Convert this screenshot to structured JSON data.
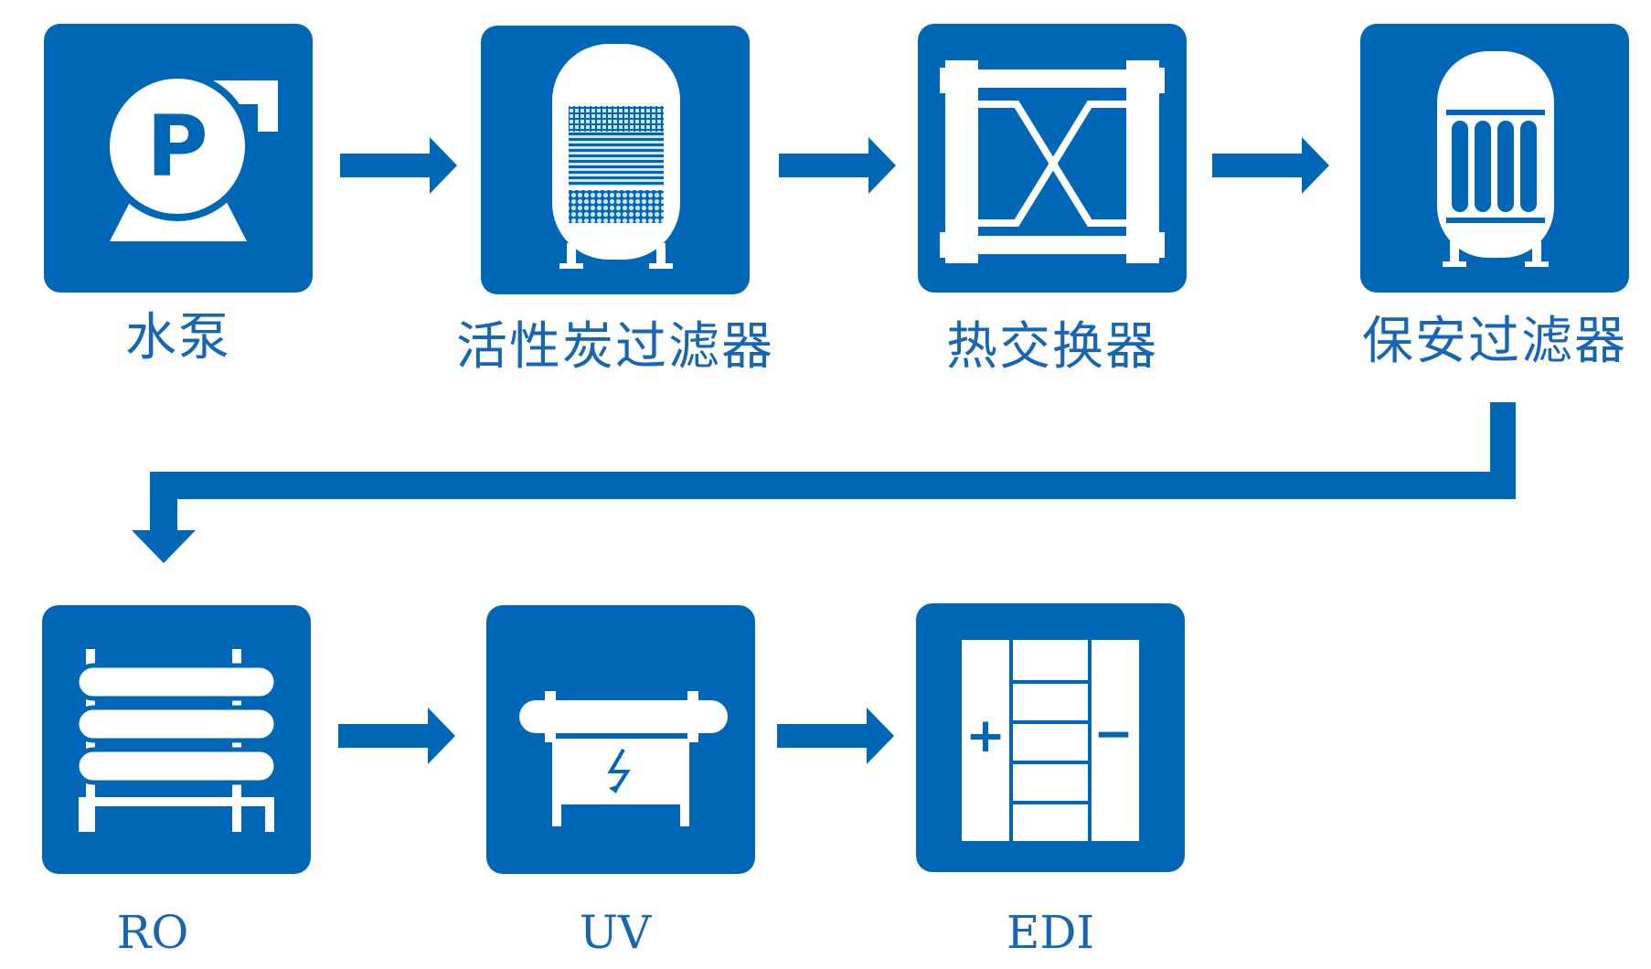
{
  "colors": {
    "primary": "#0067b6",
    "label": "#1766b4",
    "icon": "#ffffff"
  },
  "stages": [
    {
      "id": "pump",
      "label": "水泵",
      "icon": "pump-icon"
    },
    {
      "id": "activated-carbon-filter",
      "label": "活性炭过滤器",
      "icon": "carbon-filter-tank-icon"
    },
    {
      "id": "heat-exchanger",
      "label": "热交换器",
      "icon": "heat-exchanger-icon"
    },
    {
      "id": "security-filter",
      "label": "保安过滤器",
      "icon": "cartridge-filter-icon"
    },
    {
      "id": "ro",
      "label": "RO",
      "icon": "ro-membrane-icon"
    },
    {
      "id": "uv",
      "label": "UV",
      "icon": "uv-sterilizer-icon"
    },
    {
      "id": "edi",
      "label": "EDI",
      "icon": "edi-module-icon"
    }
  ],
  "icons": {
    "pump_letter": "P",
    "edi_plus": "+",
    "edi_minus": "−"
  }
}
